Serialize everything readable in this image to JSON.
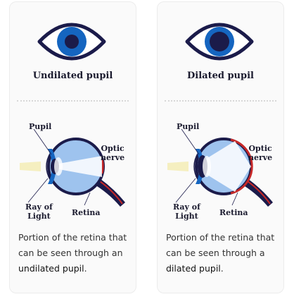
{
  "colors": {
    "navy": "#1b1b4a",
    "blue": "#1565c0",
    "light_blue": "#9ec3ee",
    "red": "#c62828",
    "ray": "#f5efc0"
  },
  "cards": [
    {
      "title": "Undilated pupil",
      "labels": {
        "pupil": "Pupil",
        "optic_1": "Optic",
        "optic_2": "nerve",
        "ray_1": "Ray of",
        "ray_2": "Light",
        "retina": "Retina"
      },
      "description": "Portion of the retina that can be seen through an",
      "emphasis": "undilated pupil",
      "suffix": ".",
      "pupil_scale": 0.45,
      "retina_fraction": 0.35
    },
    {
      "title": "Dilated pupil",
      "labels": {
        "pupil": "Pupil",
        "optic_1": "Optic",
        "optic_2": "nerve",
        "ray_1": "Ray of",
        "ray_2": "Light",
        "retina": "Retina"
      },
      "description": "Portion of the retina that can be seen through a",
      "emphasis": "dilated pupil",
      "suffix": ".",
      "pupil_scale": 0.65,
      "retina_fraction": 0.8
    }
  ]
}
